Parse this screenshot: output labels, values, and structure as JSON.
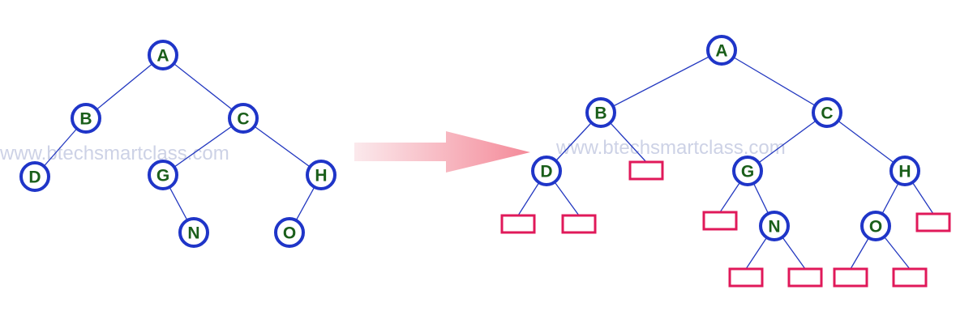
{
  "watermark": "www.btechsmartclass.com",
  "colors": {
    "node_border": "#1f35c8",
    "node_text": "#1a5e1a",
    "edge": "#2338c0",
    "null_box": "#e0195a",
    "watermark": "#cdd2e6",
    "arrow_start": "#fbe9ec",
    "arrow_end": "#f48a99"
  },
  "original_tree": {
    "nodes": [
      "A",
      "B",
      "C",
      "D",
      "G",
      "H",
      "N",
      "O"
    ],
    "edges": [
      [
        "A",
        "B"
      ],
      [
        "A",
        "C"
      ],
      [
        "B",
        "D"
      ],
      [
        "C",
        "G"
      ],
      [
        "C",
        "H"
      ],
      [
        "G",
        "N"
      ],
      [
        "H",
        "O"
      ]
    ]
  },
  "extended_tree": {
    "nodes": [
      "A",
      "B",
      "C",
      "D",
      "G",
      "H",
      "N",
      "O"
    ],
    "edges": [
      [
        "A",
        "B"
      ],
      [
        "A",
        "C"
      ],
      [
        "B",
        "D"
      ],
      [
        "C",
        "G"
      ],
      [
        "C",
        "H"
      ],
      [
        "G",
        "N"
      ],
      [
        "H",
        "O"
      ]
    ],
    "null_children": [
      {
        "parent": "B",
        "side": "right"
      },
      {
        "parent": "D",
        "side": "left"
      },
      {
        "parent": "D",
        "side": "right"
      },
      {
        "parent": "G",
        "side": "left"
      },
      {
        "parent": "N",
        "side": "left"
      },
      {
        "parent": "N",
        "side": "right"
      },
      {
        "parent": "H",
        "side": "right"
      },
      {
        "parent": "O",
        "side": "left"
      },
      {
        "parent": "O",
        "side": "right"
      }
    ]
  }
}
